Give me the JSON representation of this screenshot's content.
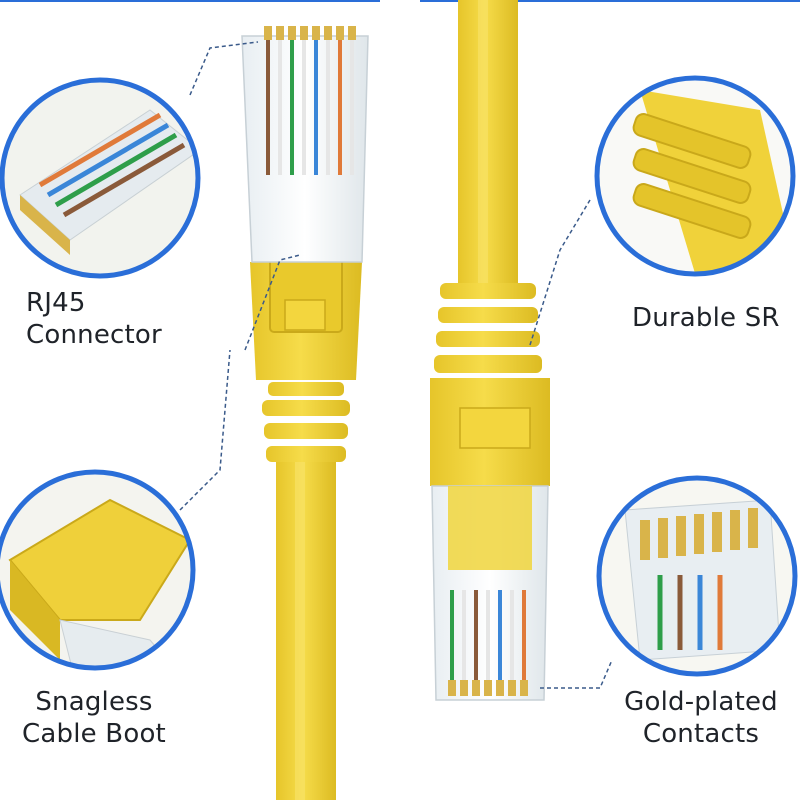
{
  "callouts": {
    "rj45": {
      "line1": "RJ45",
      "line2": "Connector"
    },
    "durable": {
      "line1": "Durable SR"
    },
    "snagless": {
      "line1": "Snagless",
      "line2": "Cable Boot"
    },
    "gold": {
      "line1": "Gold-plated",
      "line2": "Contacts"
    }
  },
  "colors": {
    "cable_yellow": "#f2d335",
    "cable_shadow": "#d9b820",
    "frame_blue": "#2a6ed8",
    "leader_line": "#3a5a8a",
    "wire_green": "#2e9e4a",
    "wire_blue": "#3a86d8",
    "wire_orange": "#e07a3a",
    "wire_brown": "#8a5a3a",
    "gold": "#d9b44a"
  }
}
